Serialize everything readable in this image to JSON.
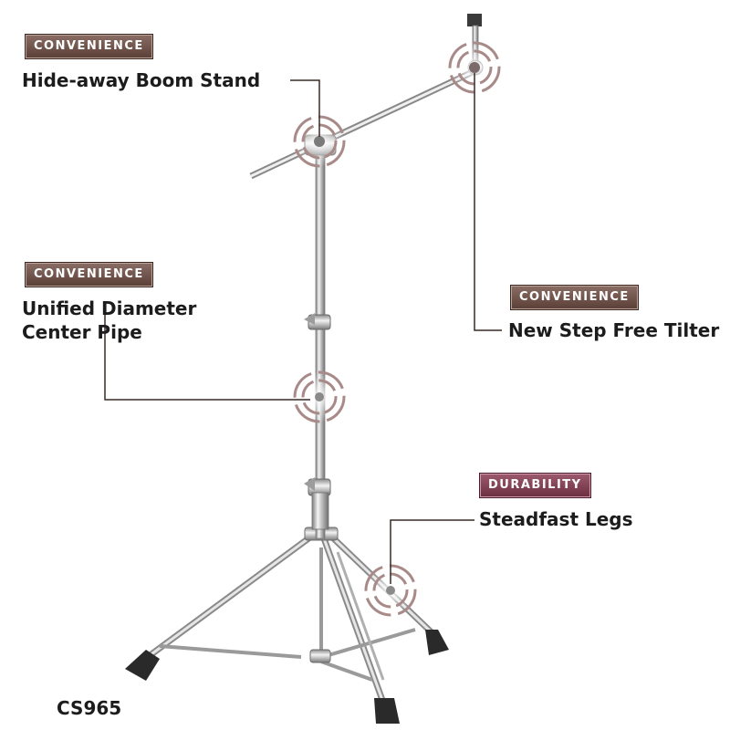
{
  "model": "CS965",
  "features": [
    {
      "tag": "CONVENIENCE",
      "label": "Hide-away Boom Stand"
    },
    {
      "tag": "CONVENIENCE",
      "label": "Unified Diameter\nCenter Pipe"
    },
    {
      "tag": "CONVENIENCE",
      "label": "New Step Free Tilter"
    },
    {
      "tag": "DURABILITY",
      "label": "Steadfast Legs"
    }
  ],
  "colors": {
    "tag_brown": "#5a3f37",
    "tag_maroon": "#6b2e41",
    "callout_line": "#3a2a26",
    "target_ring": "#a88a88"
  }
}
